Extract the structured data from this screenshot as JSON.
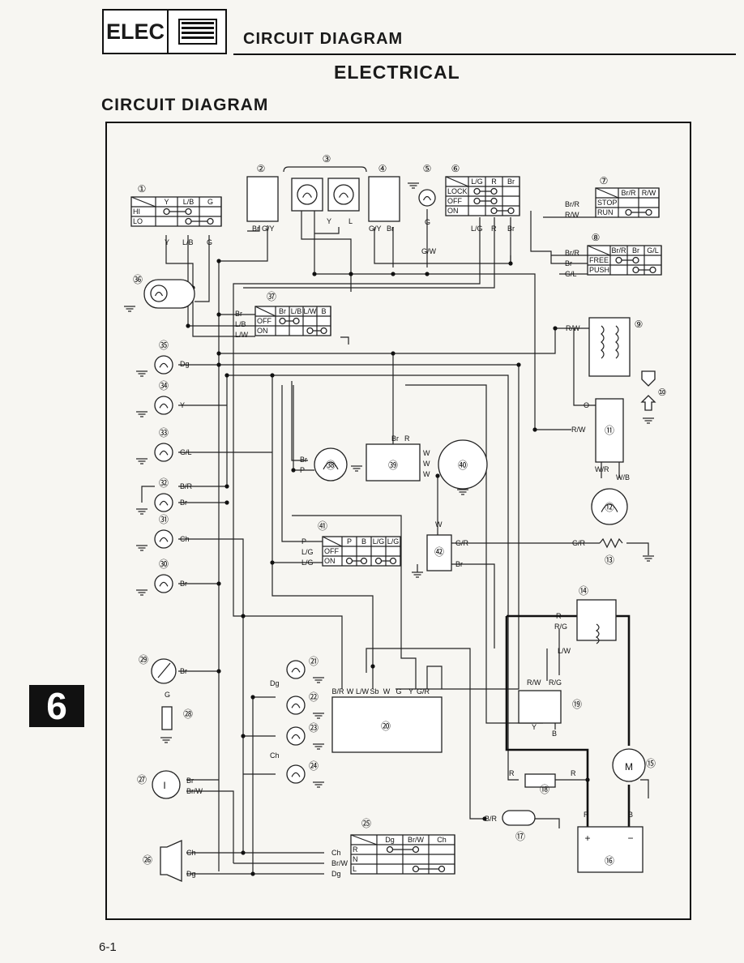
{
  "header": {
    "section_code": "ELEC",
    "title": "CIRCUIT DIAGRAM",
    "icon": "battery-section-icon"
  },
  "section_title": "ELECTRICAL",
  "subtitle": "CIRCUIT DIAGRAM",
  "chapter_tab": "6",
  "page_number": "6-1",
  "component_numbers": [
    "①",
    "②",
    "③",
    "④",
    "⑤",
    "⑥",
    "⑦",
    "⑧",
    "⑨",
    "⑩",
    "⑪",
    "⑫",
    "⑬",
    "⑭",
    "⑮",
    "⑯",
    "⑰",
    "⑱",
    "⑲",
    "⑳",
    "㉑",
    "㉒",
    "㉓",
    "㉔",
    "㉕",
    "㉖",
    "㉗",
    "㉘",
    "㉙",
    "㉚",
    "㉛",
    "㉜",
    "㉝",
    "㉞",
    "㉟",
    "㊱",
    "㊲",
    "㊳",
    "㊴",
    "㊵",
    "㊶",
    "㊷"
  ],
  "switches": {
    "dimmer": {
      "cols": [
        "Y",
        "L/B",
        "G"
      ],
      "rows": [
        "HI",
        "LO"
      ]
    },
    "main": {
      "cols": [
        "L/G",
        "R",
        "Br"
      ],
      "rows": [
        "LOCK",
        "OFF",
        "ON"
      ]
    },
    "start": {
      "cols": [
        "Br/R",
        "R/W"
      ],
      "rows": [
        "STOP",
        "RUN"
      ]
    },
    "free": {
      "cols": [
        "Br/R",
        "Br",
        "G/L"
      ],
      "rows": [
        "FREE",
        "PUSH"
      ]
    },
    "light": {
      "cols": [
        "Br",
        "L/B",
        "L/W",
        "B"
      ],
      "rows": [
        "OFF",
        "ON"
      ]
    },
    "fuel": {
      "cols": [
        "P",
        "B",
        "L/G",
        "L/G"
      ],
      "rows": [
        "OFF",
        "ON"
      ]
    },
    "horn": {
      "cols": [
        "Dg",
        "Br/W",
        "Ch"
      ],
      "rows": [
        "R",
        "N",
        "L"
      ]
    }
  },
  "wire_labels": {
    "w1": "Y",
    "w2": "L/B",
    "w3": "G",
    "w4": "Br",
    "w5": "G/Y",
    "w6": "Y",
    "w7": "L",
    "w8": "G/Y",
    "w9": "Br",
    "w10": "G",
    "w11": "G/W",
    "w12": "L/G",
    "w13": "R",
    "w14": "Br",
    "w15": "Br/R",
    "w16": "R/W",
    "w17": "Br/R",
    "w18": "Br",
    "w19": "G/L",
    "w20": "R/W",
    "w21": "O",
    "w22": "R/W",
    "w23": "W/R",
    "w24": "W/B",
    "w25": "Br",
    "w26": "L/B",
    "w27": "L/W",
    "w28": "Dg",
    "w29": "Y",
    "w30": "G/L",
    "w31": "B/R",
    "w32": "Br",
    "w33": "Ch",
    "w34": "Br",
    "w35": "Br",
    "w36": "P",
    "w37": "Br",
    "w38": "R",
    "w39": "W",
    "w40": "W",
    "w41": "W",
    "w42": "W",
    "w43": "P",
    "w44": "L/G",
    "w45": "L/G",
    "w46": "G/R",
    "w47": "Br",
    "w48": "G/R",
    "w49": "R",
    "w50": "R/G",
    "w51": "L/W",
    "w52": "R/W",
    "w53": "R/G",
    "w54": "Y",
    "w55": "B",
    "w56": "R",
    "w57": "R",
    "w58": "B/R",
    "w59": "R",
    "w60": "B",
    "w61": "Br",
    "w62": "G",
    "w63": "Dg",
    "w64": "Ch",
    "w65": "Br",
    "w66": "Br/W",
    "w67": "Ch",
    "w68": "Dg",
    "w69": "Ch",
    "w70": "Br/W",
    "w71": "Dg"
  },
  "ecu_pins": [
    "B/R",
    "W",
    "L/W",
    "Sb",
    "W",
    "G",
    "Y",
    "G/R"
  ],
  "battery_signs": {
    "plus": "+",
    "minus": "−"
  },
  "motor_letter": "M",
  "gauge_letter": "I"
}
